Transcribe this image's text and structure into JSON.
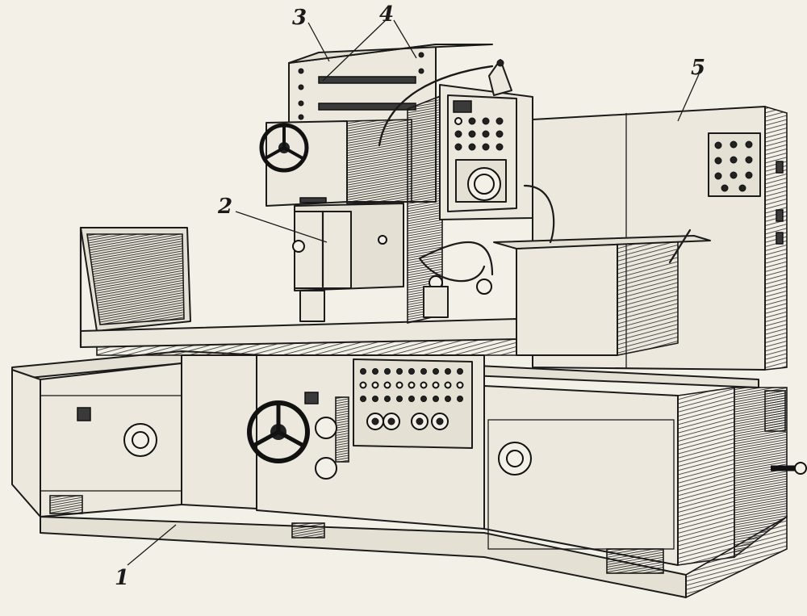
{
  "callouts": {
    "c1": "1",
    "c2": "2",
    "c3": "3",
    "c4": "4",
    "c5": "5"
  }
}
